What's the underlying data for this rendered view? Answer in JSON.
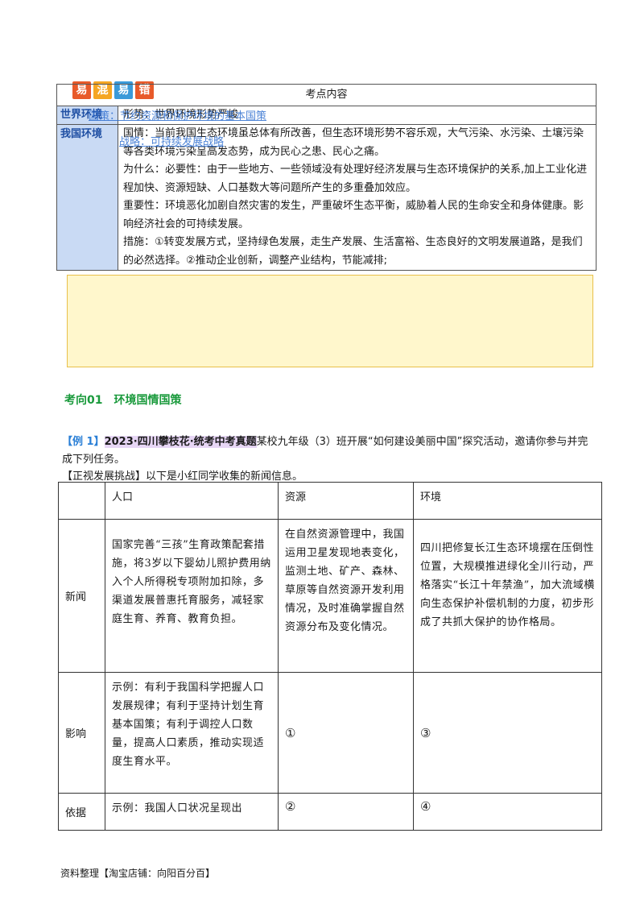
{
  "badge": {
    "chars": [
      "易",
      "混",
      "易",
      "错"
    ],
    "colors": [
      "#e85a2a",
      "#f5a623",
      "#3a9ad9",
      "#e85a2a"
    ]
  },
  "table1": {
    "header": "考点内容",
    "rows": [
      {
        "label": "世界环境",
        "text": "形势：世界环境形势严峻"
      },
      {
        "label": "我国环境",
        "paragraphs": [
          "国情：当前我国生态环境虽总体有所改善，但生态环境形势不容乐观，大气污染、水污染、土壤污染等各类环境污染呈高发态势，成为民心之患、民心之痛。",
          "为什么：必要性：由于一些地方、一些领域没有处理好经济发展与生态环境保护的关系,加上工业化进程加快、资源短缺、人口基数大等问题所产生的多重叠加效应。",
          "重要性：环境恶化加剧自然灾害的发生，严重破坏生态平衡，威胁着人民的生命安全和身体健康。影响经济社会的可持续发展。",
          "措施：①转变发展方式，坚持绿色发展，走生产发展、生活富裕、生态良好的文明发展道路，是我们的必然选择。②推动企业创新，调整产业结构，节能减排;"
        ]
      }
    ],
    "overlay1": "国策：节约资源和保护环境的基本国策",
    "overlay2": "战略：可持续发展战略"
  },
  "heading": {
    "num": "考向01",
    "title": "环境国情国策"
  },
  "example": {
    "tag": "【例 1】",
    "source": "2023·四川攀枝花·统考中考真题",
    "text": "某校九年级（3）班开展“如何建设美丽中国”探究活动，邀请你参与并完成下列任务。",
    "task": "【正视发展挑战】以下是小红同学收集的新闻信息。"
  },
  "table2": {
    "headers": [
      "",
      "人口",
      "资源",
      "环境"
    ],
    "rows": [
      {
        "label": "新闻",
        "cells": [
          "国家完善“三孩”生育政策配套措施，将3岁以下婴幼儿照护费用纳入个人所得税专项附加扣除，多渠道发展普惠托育服务，减轻家庭生育、养育、教育负担。",
          "在自然资源管理中，我国运用卫星发现地表变化，监测土地、矿产、森林、草原等自然资源开发利用情况，及时准确掌握自然资源分布及变化情况。",
          "四川把修复长江生态环境摆在压倒性位置，大规模推进绿化全川行动，严格落实“长江十年禁渔”，加大流域横向生态保护补偿机制的力度，初步形成了共抓大保护的协作格局。"
        ]
      },
      {
        "label": "影响",
        "cells": [
          "示例：有利于我国科学把握人口发展规律；有利于坚持计划生育基本国策；有利于调控人口数量，提高人口素质，推动实现适度生育水平。",
          "①",
          "③"
        ]
      },
      {
        "label": "依据",
        "cells": [
          "示例：我国人口状况呈现出",
          "②",
          "④"
        ]
      }
    ]
  },
  "footer": "资料整理【淘宝店铺：向阳百分百】"
}
